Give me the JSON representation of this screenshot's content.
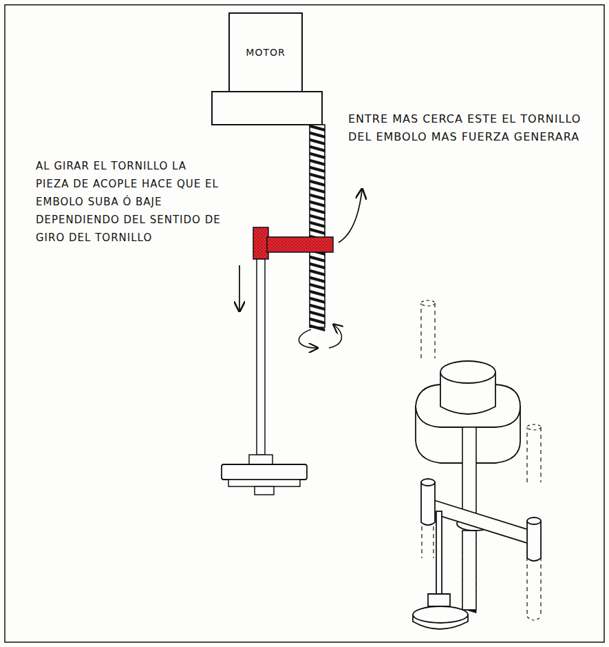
{
  "diagram": {
    "nodes": [
      {
        "text": [
          "MOTOR"
        ]
      }
    ],
    "labels": [
      "AL GIRAR EL TORNILLO LA PIEZA DE ACOPLE HACE QUE EL EMBOLO SUBA Ó BAJE DEPENDIENDO DEL SENTIDO DE GIRO DEL TORNILLO",
      "ENTRE MAS CERCA ESTE EL TORNILLO DEL EMBOLO MAS FUERZA GENERARA"
    ]
  }
}
